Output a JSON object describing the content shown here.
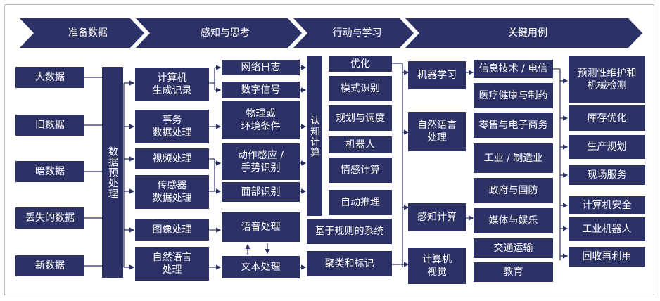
{
  "colors": {
    "box_fill": "#2c3166",
    "text": "#ffffff",
    "connector": "#2c3166",
    "frame": "#b9bcc6"
  },
  "stages": [
    "准备数据",
    "感知与思考",
    "行动与学习",
    "关键用例"
  ],
  "data_sources": [
    "大数据",
    "旧数据",
    "暗数据",
    "丢失的数据",
    "新数据"
  ],
  "preprocessing": "数据预处理",
  "processing": [
    "计算机\n生成记录",
    "事务\n数据处理",
    "视频处理",
    "传感器\n数据处理",
    "图像处理",
    "自然语言\n处理"
  ],
  "signals": [
    "网络日志",
    "数字信号",
    "物理或\n环境条件",
    "动作感应 /\n手势识别",
    "面部识别",
    "语音处理",
    "文本处理"
  ],
  "cognitive": "认知计算",
  "methods": [
    "优化",
    "模式识别",
    "规划与调度",
    "机器人",
    "情感计算",
    "自动推理"
  ],
  "systems": [
    "基于规则的系统",
    "聚类和标记"
  ],
  "learning": [
    "机器学习",
    "自然语言\n处理",
    "感知计算",
    "计算机\n视觉"
  ],
  "industries": [
    "信息技术 / 电信",
    "医疗健康与制药",
    "零售与电子商务",
    "工业 / 制造业",
    "政府与国防",
    "媒体与娱乐",
    "交通运输",
    "教育"
  ],
  "use_cases": [
    "预测性维护和\n机械检测",
    "库存优化",
    "生产规划",
    "现场服务",
    "计算机安全",
    "工业机器人",
    "回收再利用"
  ]
}
